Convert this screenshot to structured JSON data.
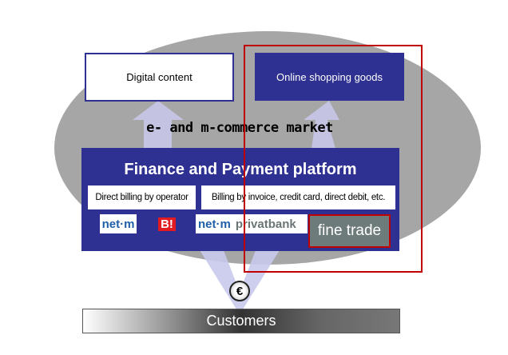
{
  "targets": {
    "digital": "Digital content",
    "shopping": "Online shopping goods"
  },
  "market_label": "e- and m-commerce market",
  "platform": {
    "title": "Finance and Payment platform",
    "billing_operator": "Direct  billing by operator",
    "billing_other": "Billing by invoice, credit card, direct debit, etc.",
    "logos": {
      "netm": "net·m",
      "b": "B!",
      "netm_pb_1": "net·m",
      "netm_pb_2": "privatbank",
      "finetrade": "fine trade"
    }
  },
  "euro_symbol": "€",
  "customers": "Customers",
  "colors": {
    "brand_blue": "#2e3192",
    "highlight_red": "#c00000",
    "ellipse": "#a6a6a6",
    "arrow": "#c9c9ec"
  }
}
